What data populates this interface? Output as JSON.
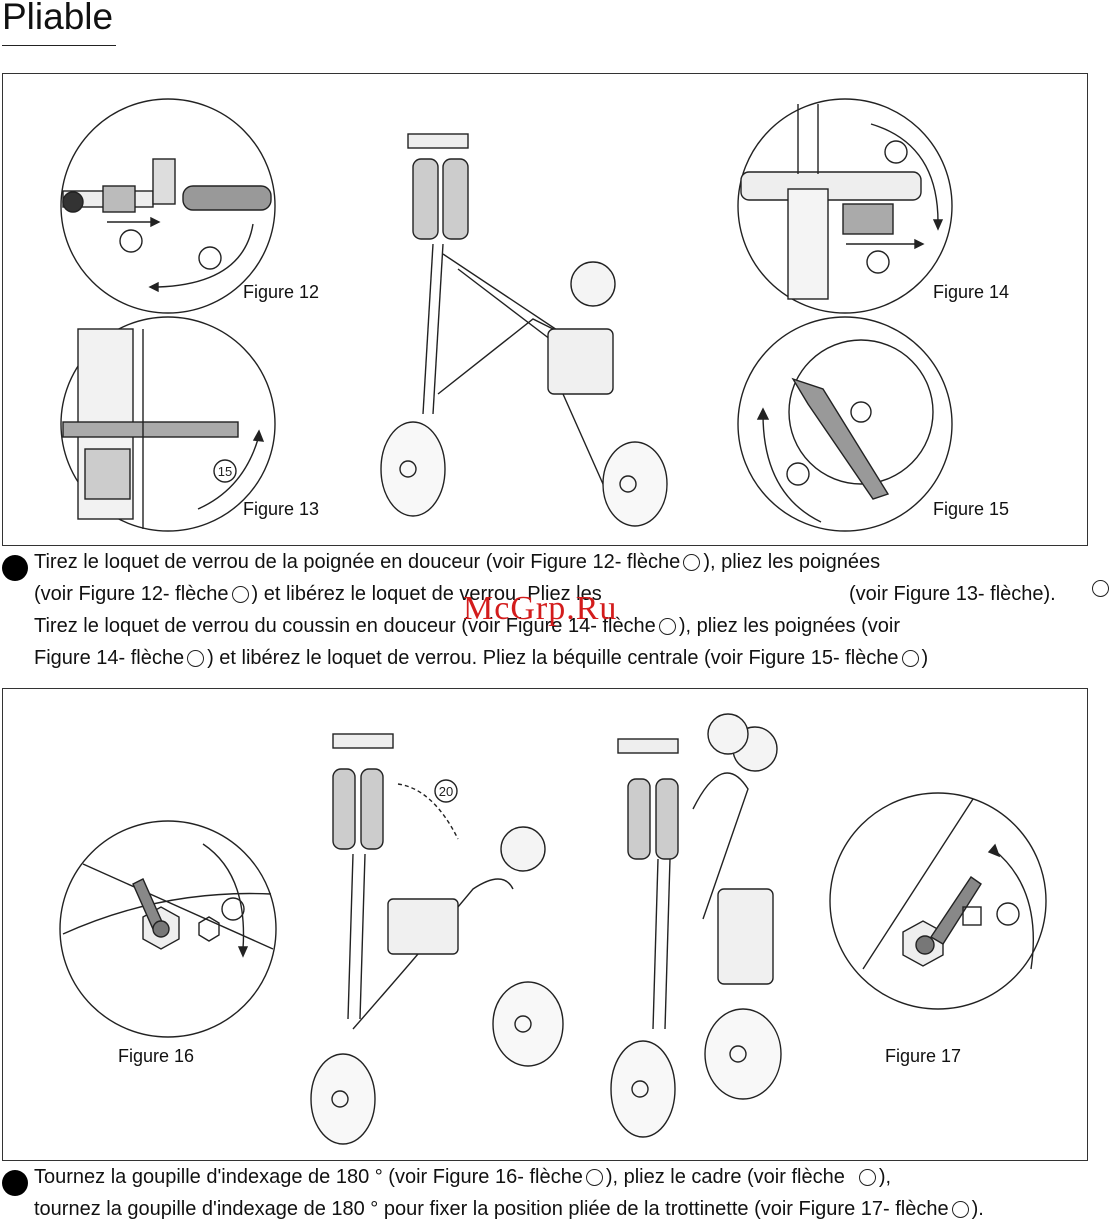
{
  "page": {
    "title": "Pliable"
  },
  "figures": {
    "f12": "Figure 12",
    "f13": "Figure 13",
    "f14": "Figure 14",
    "f15": "Figure 15",
    "f16": "Figure 16",
    "f17": "Figure 17",
    "marker15": "15",
    "marker20": "20"
  },
  "step1": {
    "l1a": " Tirez le loquet de verrou de la poignée en douceur (voir Figure 12- flèche",
    "l1b": "), pliez les poignées",
    "l2a": "(voir Figure 12- flèche",
    "l2b": ") et libérez le loquet de verrou. Pliez les",
    "l2c": "(voir Figure 13- flèche).",
    "l3a": "Tirez le loquet de verrou du coussin en douceur (voir Figure 14- flèche",
    "l3b": "), pliez les poignées (voir",
    "l4a": "Figure 14- flèche",
    "l4b": ") et libérez le loquet de verrou. Pliez la béquille centrale (voir Figure 15- flèche",
    "l4c": ")"
  },
  "step2": {
    "l1a": "Tournez la goupille d'indexage de 180 ° (voir Figure 16- flèche",
    "l1b": "), pliez le cadre (voir flèche",
    "l1c": "),",
    "l2a": "tournez la goupille d'indexage de 180 ° pour fixer la position pliée de la trottinette (voir Figure 17- flèche",
    "l2b": ")."
  },
  "watermark": "McGrp.Ru"
}
